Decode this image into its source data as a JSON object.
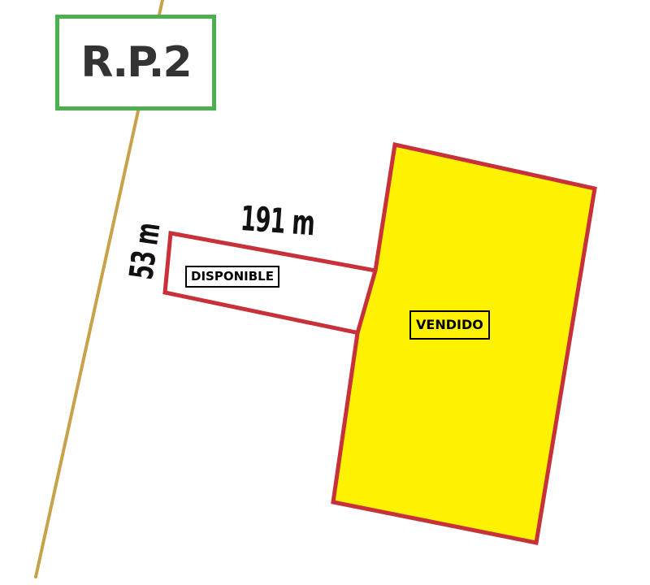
{
  "road_sign": {
    "text": "R.P.2",
    "border_color": "#4caf50",
    "text_color": "#333333"
  },
  "road": {
    "color": "#c8a24a"
  },
  "lots": {
    "available": {
      "label": "DISPONIBLE",
      "fill": "#ffffff",
      "border_color": "#c8303a",
      "length": "191 m",
      "width": "53 m"
    },
    "sold": {
      "label": "VENDIDO",
      "fill": "#fff200",
      "border_color": "#c8303a"
    }
  }
}
